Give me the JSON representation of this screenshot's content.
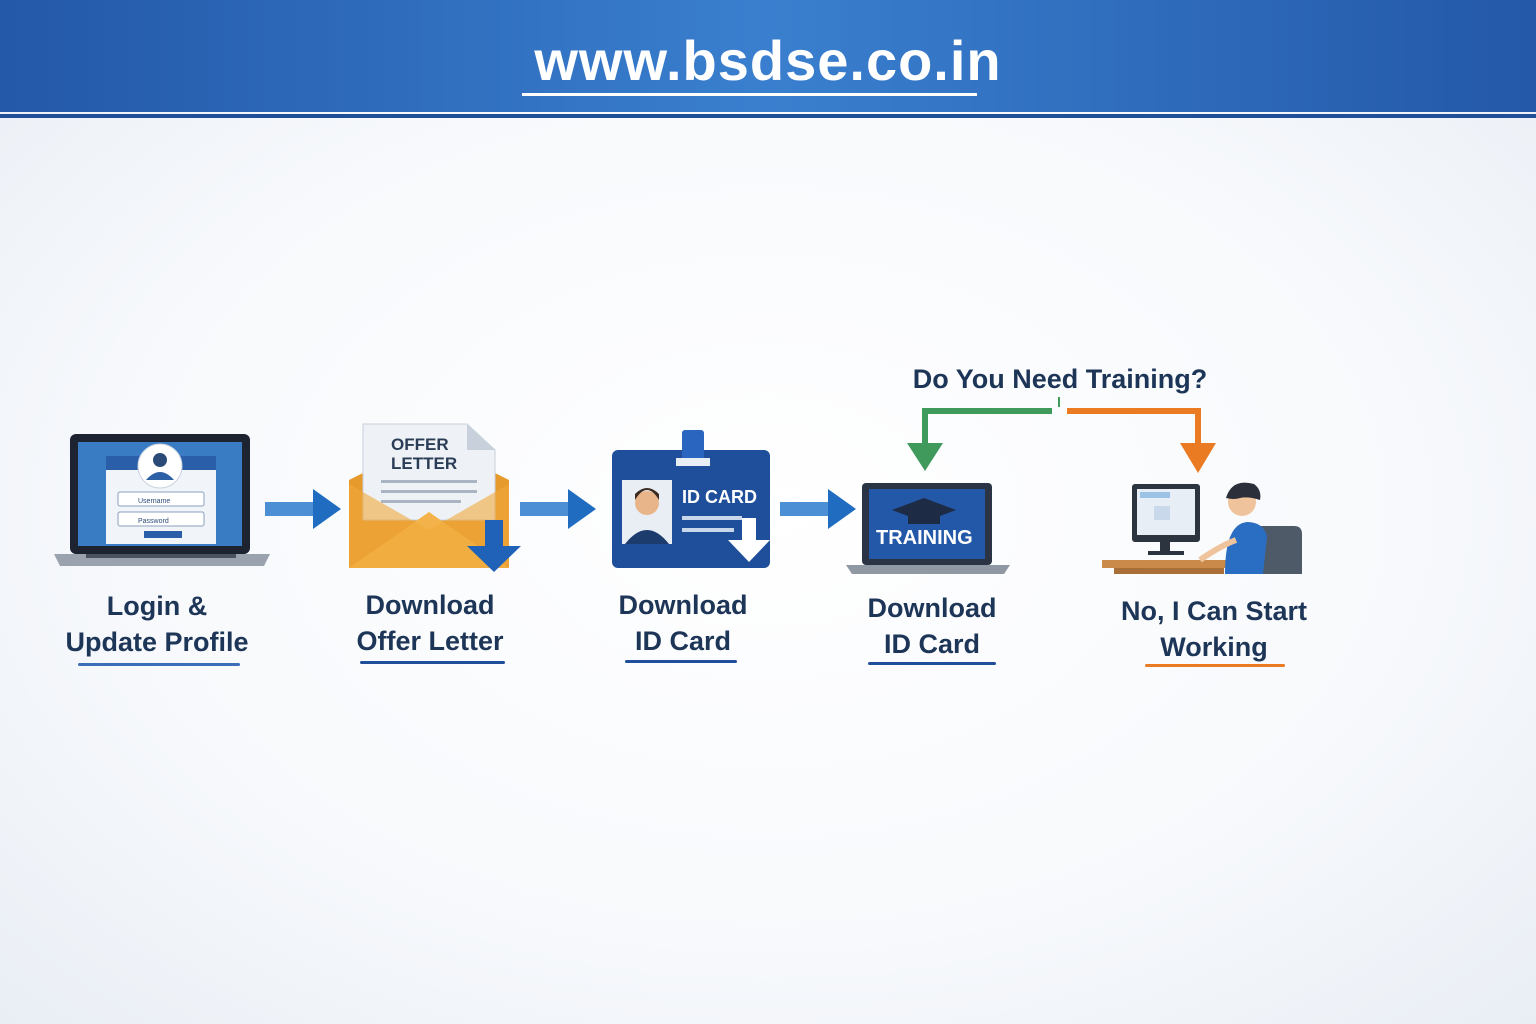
{
  "header": {
    "site": "www.bsdse.co.in"
  },
  "steps": [
    {
      "line1": "Login &",
      "line2": "Update Profile",
      "icon": "laptop-login-icon",
      "form_fields": [
        "Username",
        "Password"
      ]
    },
    {
      "line1": "Download",
      "line2": "Offer Letter",
      "icon": "offer-letter-envelope-icon",
      "doc_title_1": "OFFER",
      "doc_title_2": "LETTER"
    },
    {
      "line1": "Download",
      "line2": "ID Card",
      "icon": "id-card-icon",
      "card_title": "ID CARD"
    },
    {
      "line1": "Download",
      "line2": "ID Card",
      "icon": "training-laptop-icon",
      "screen_text": "TRAINING"
    },
    {
      "line1": "No, I Can Start",
      "line2": "Working",
      "icon": "person-at-computer-icon"
    }
  ],
  "decision": {
    "question": "Do You Need Training?"
  },
  "colors": {
    "header": "#2f6cc0",
    "text": "#1d3557",
    "arrow": "#1f6cc0",
    "yes": "#3f9a5c",
    "no": "#ea7b22",
    "envelope": "#f0a93a"
  }
}
